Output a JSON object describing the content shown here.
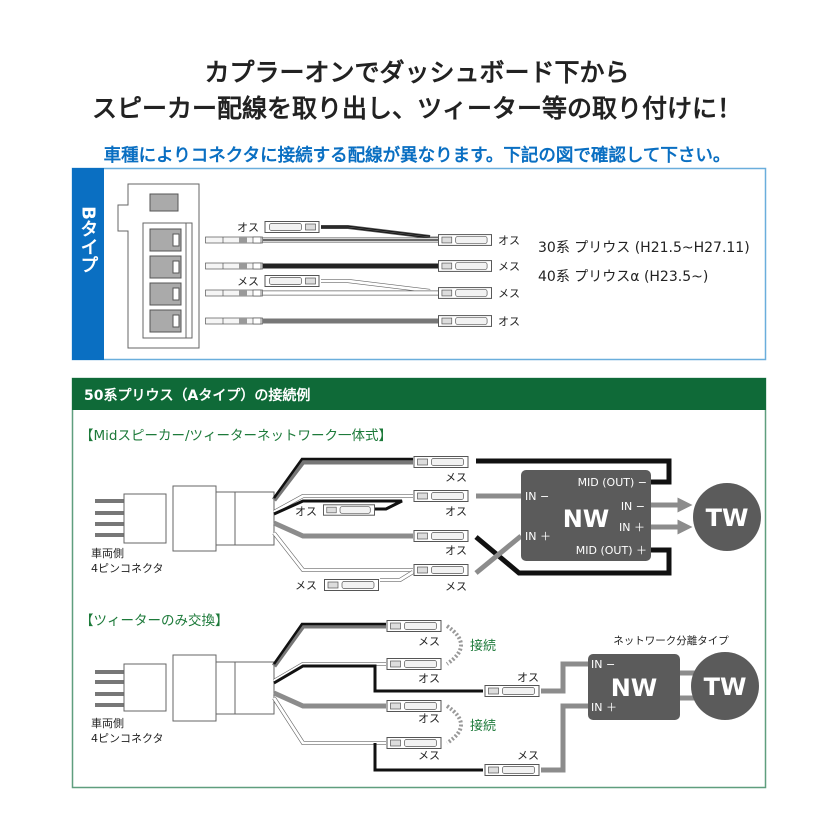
{
  "title": {
    "line1": "カプラーオンでダッシュボード下から",
    "line2": "スピーカー配線を取り出し、ツィーター等の取り付けに！",
    "subtitle": "車種によりコネクタに接続する配線が異なります。下記の図で確認して下さい。"
  },
  "colors": {
    "blue": "#0a6fc2",
    "green": "#0f6a38",
    "green_text": "#1d7a3a",
    "nw_box": "#5b5b5b",
    "wire_gray": "#8c8c8c"
  },
  "b_type": {
    "tab_label": "Bタイプ",
    "labels": {
      "male": "オス",
      "female": "メス"
    },
    "models": [
      "30系 プリウス (H21.5~H27.11)",
      "40系 プリウスα (H23.5~)"
    ]
  },
  "a_type": {
    "header": "50系プリウス（Aタイプ）の接続例",
    "car_side": [
      "車両側",
      "4ピンコネクタ"
    ],
    "diagram1": {
      "heading": "【Midスピーカー/ツィーターネットワーク一体式】",
      "nw": "NW",
      "tw": "TW",
      "ports": {
        "mid_out_minus": "MID (OUT) −",
        "in_minus_left": "IN −",
        "in_minus_right": "IN −",
        "in_plus_right": "IN ＋",
        "in_plus_left": "IN ＋",
        "mid_out_plus": "MID (OUT) ＋"
      }
    },
    "diagram2": {
      "heading": "【ツィーターのみ交換】",
      "connect": "接続",
      "nw_type": "ネットワーク分離タイプ",
      "nw": "NW",
      "tw": "TW",
      "ports": {
        "in_minus": "IN −",
        "in_plus": "IN ＋"
      }
    },
    "labels": {
      "male": "オス",
      "female": "メス"
    }
  }
}
